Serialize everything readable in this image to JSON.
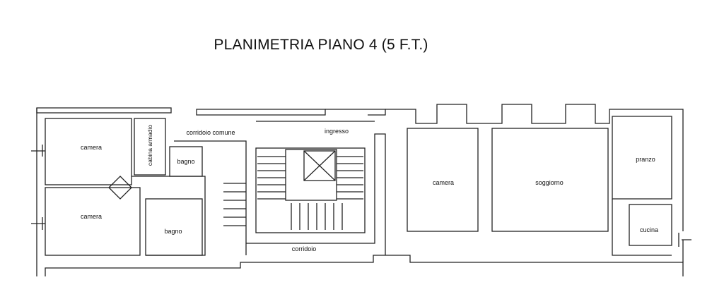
{
  "title": "PLANIMETRIA PIANO 4 (5 F.T.)",
  "rooms": {
    "camera_1": "camera",
    "camera_2": "camera",
    "cabina": "cabina armadio",
    "corridoio_comune": "corridoio comune",
    "ingresso": "ingresso",
    "bagno_1": "bagno",
    "bagno_2": "bagno",
    "camera_3": "camera",
    "soggiorno": "soggiorno",
    "pranzo": "pranzo",
    "cucina": "cucina",
    "corridoio": "corridoio"
  }
}
